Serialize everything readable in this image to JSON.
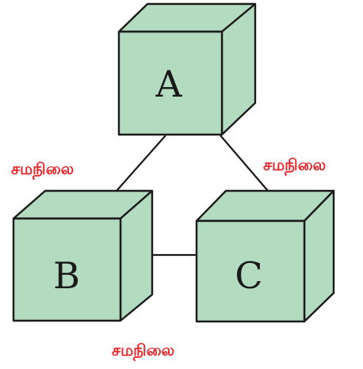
{
  "diagram": {
    "cubes": {
      "a": {
        "label": "A"
      },
      "b": {
        "label": "B"
      },
      "c": {
        "label": "C"
      }
    },
    "equilibrium_labels": {
      "a_b": "சமநிலை",
      "a_c": "சமநிலை",
      "b_c": "சமநிலை"
    },
    "colors": {
      "cube_fill": "#b3dbc0",
      "cube_edge": "#1a1a1a",
      "label_color": "#e8262a"
    }
  }
}
